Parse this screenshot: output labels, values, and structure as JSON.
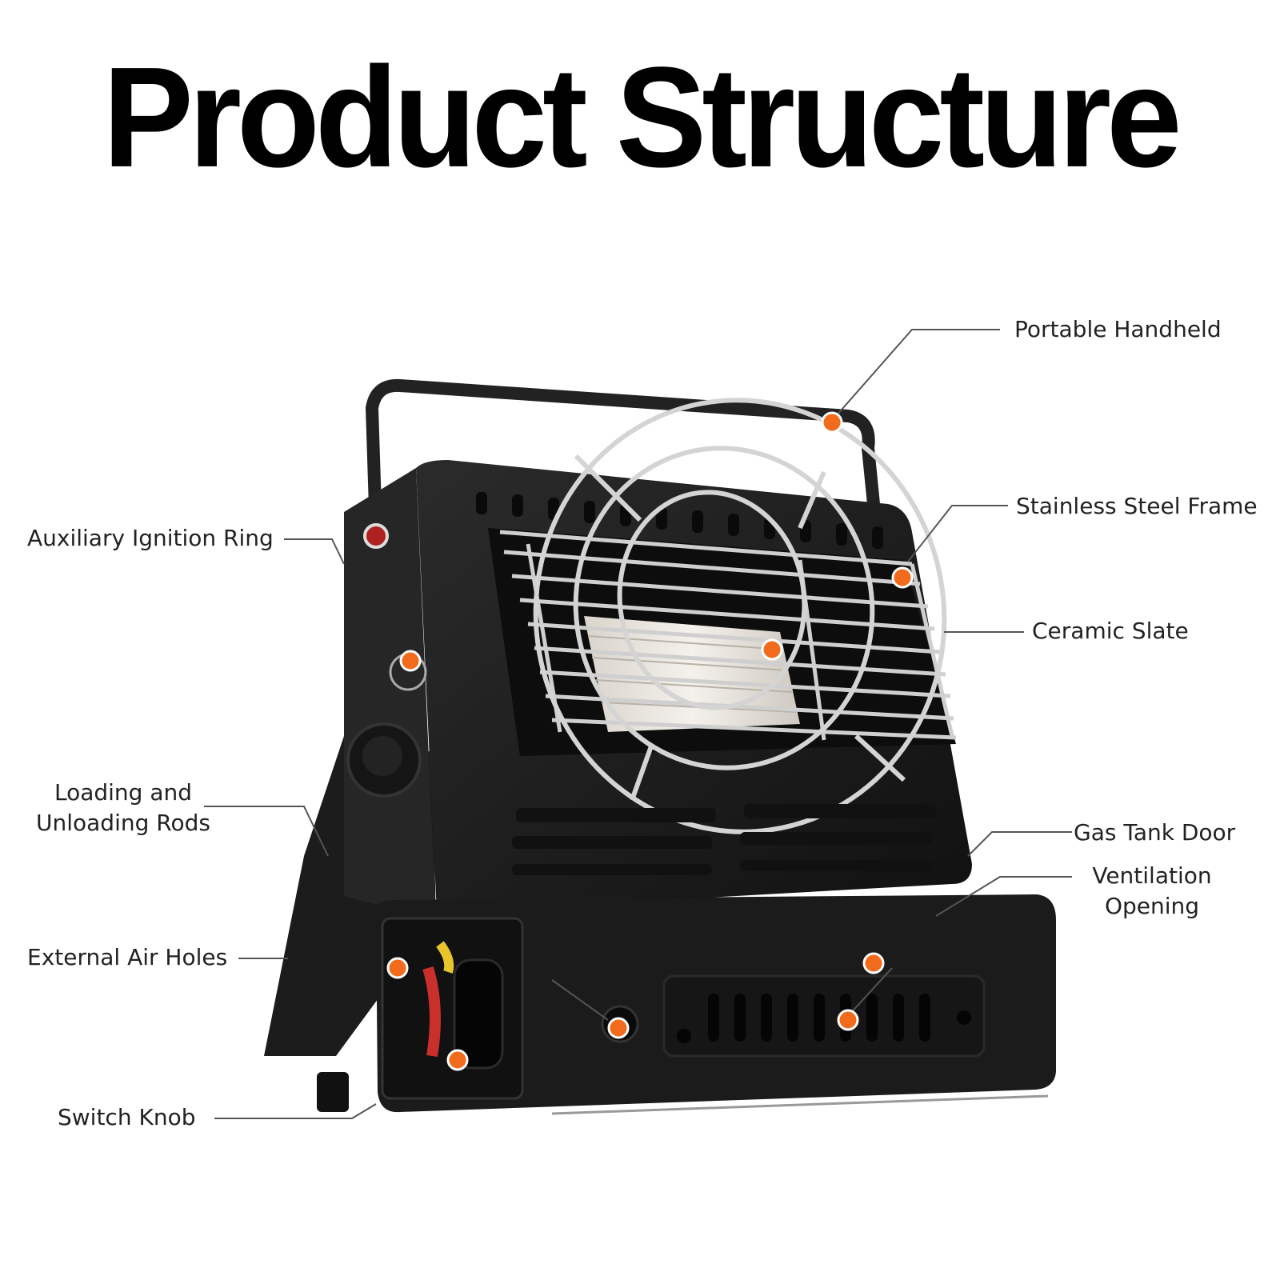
{
  "title": "Product Structure",
  "labels": {
    "portable_handheld": "Portable Handheld",
    "stainless_steel_frame": "Stainless Steel Frame",
    "ceramic_slate": "Ceramic Slate",
    "gas_tank_door": "Gas Tank Door",
    "ventilation_opening_1": "Ventilation",
    "ventilation_opening_2": "Opening",
    "auxiliary_ignition_ring": "Auxiliary Ignition Ring",
    "loading_rods_1": "Loading and",
    "loading_rods_2": "Unloading Rods",
    "external_air_holes": "External Air Holes",
    "switch_knob": "Switch Knob"
  },
  "colors": {
    "body": "#1a1a1a",
    "marker": "#f26a1b",
    "chrome": "#c9c9c9",
    "leader": "#555555"
  }
}
